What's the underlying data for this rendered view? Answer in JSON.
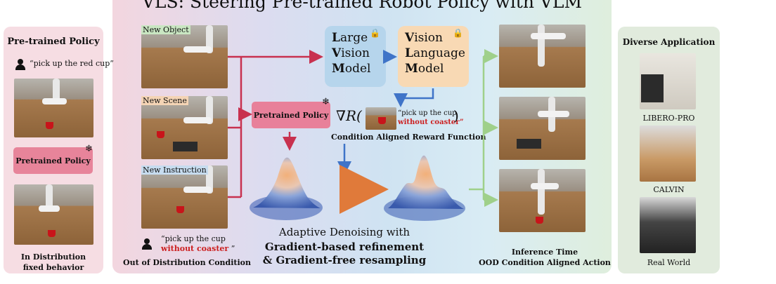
{
  "title": "VLS: Steering Pre-trained Robot Policy with VLM",
  "left": {
    "heading": "Pre-trained Policy",
    "instruction": "“pick up the red cup”",
    "policy_label": "Pretrained Policy",
    "caption_line1": "In Distribution",
    "caption_line2": "fixed behavior"
  },
  "center": {
    "tags": [
      "New Object",
      "New Scene",
      "New Instruction"
    ],
    "instruction_line1": "“pick up the cup",
    "instruction_line2": "without coaster",
    "instruction_end": "”",
    "ood_caption": "Out of Distribution Condition",
    "policy_label": "Pretrained Policy",
    "lvm": [
      "L",
      "arge",
      "V",
      "ision",
      "M",
      "odel"
    ],
    "vlm": [
      "V",
      "ision",
      "L",
      "anguage",
      "M",
      "odel"
    ],
    "reward_prefix": "∇R(",
    "reward_suffix": ")",
    "reward_text_line1": "“pick up the cup",
    "reward_text_line2": "without coaster”",
    "reward_caption": "Condition Aligned Reward Function",
    "denoise_line1": "Adaptive Denoising with",
    "denoise_line2": "Gradient-based refinement",
    "denoise_line3": "& Gradient-free resampling",
    "inference_line1": "Inference Time",
    "inference_line2": "OOD Condition Aligned Action"
  },
  "right": {
    "heading": "Diverse Application",
    "items": [
      "LIBERO-PRO",
      "CALVIN",
      "Real World"
    ]
  },
  "colors": {
    "left_panel": "#f6dde3",
    "right_panel": "#e1ebdd",
    "pink_arrow": "#c8314f",
    "blue_arrow": "#3f74c8",
    "green_arrow": "#9fd08a",
    "lvm_box": "#b6d5ec",
    "vlm_box": "#f8d9b4"
  },
  "icons": [
    "person-icon",
    "lock-icon",
    "snowflake-icon"
  ]
}
